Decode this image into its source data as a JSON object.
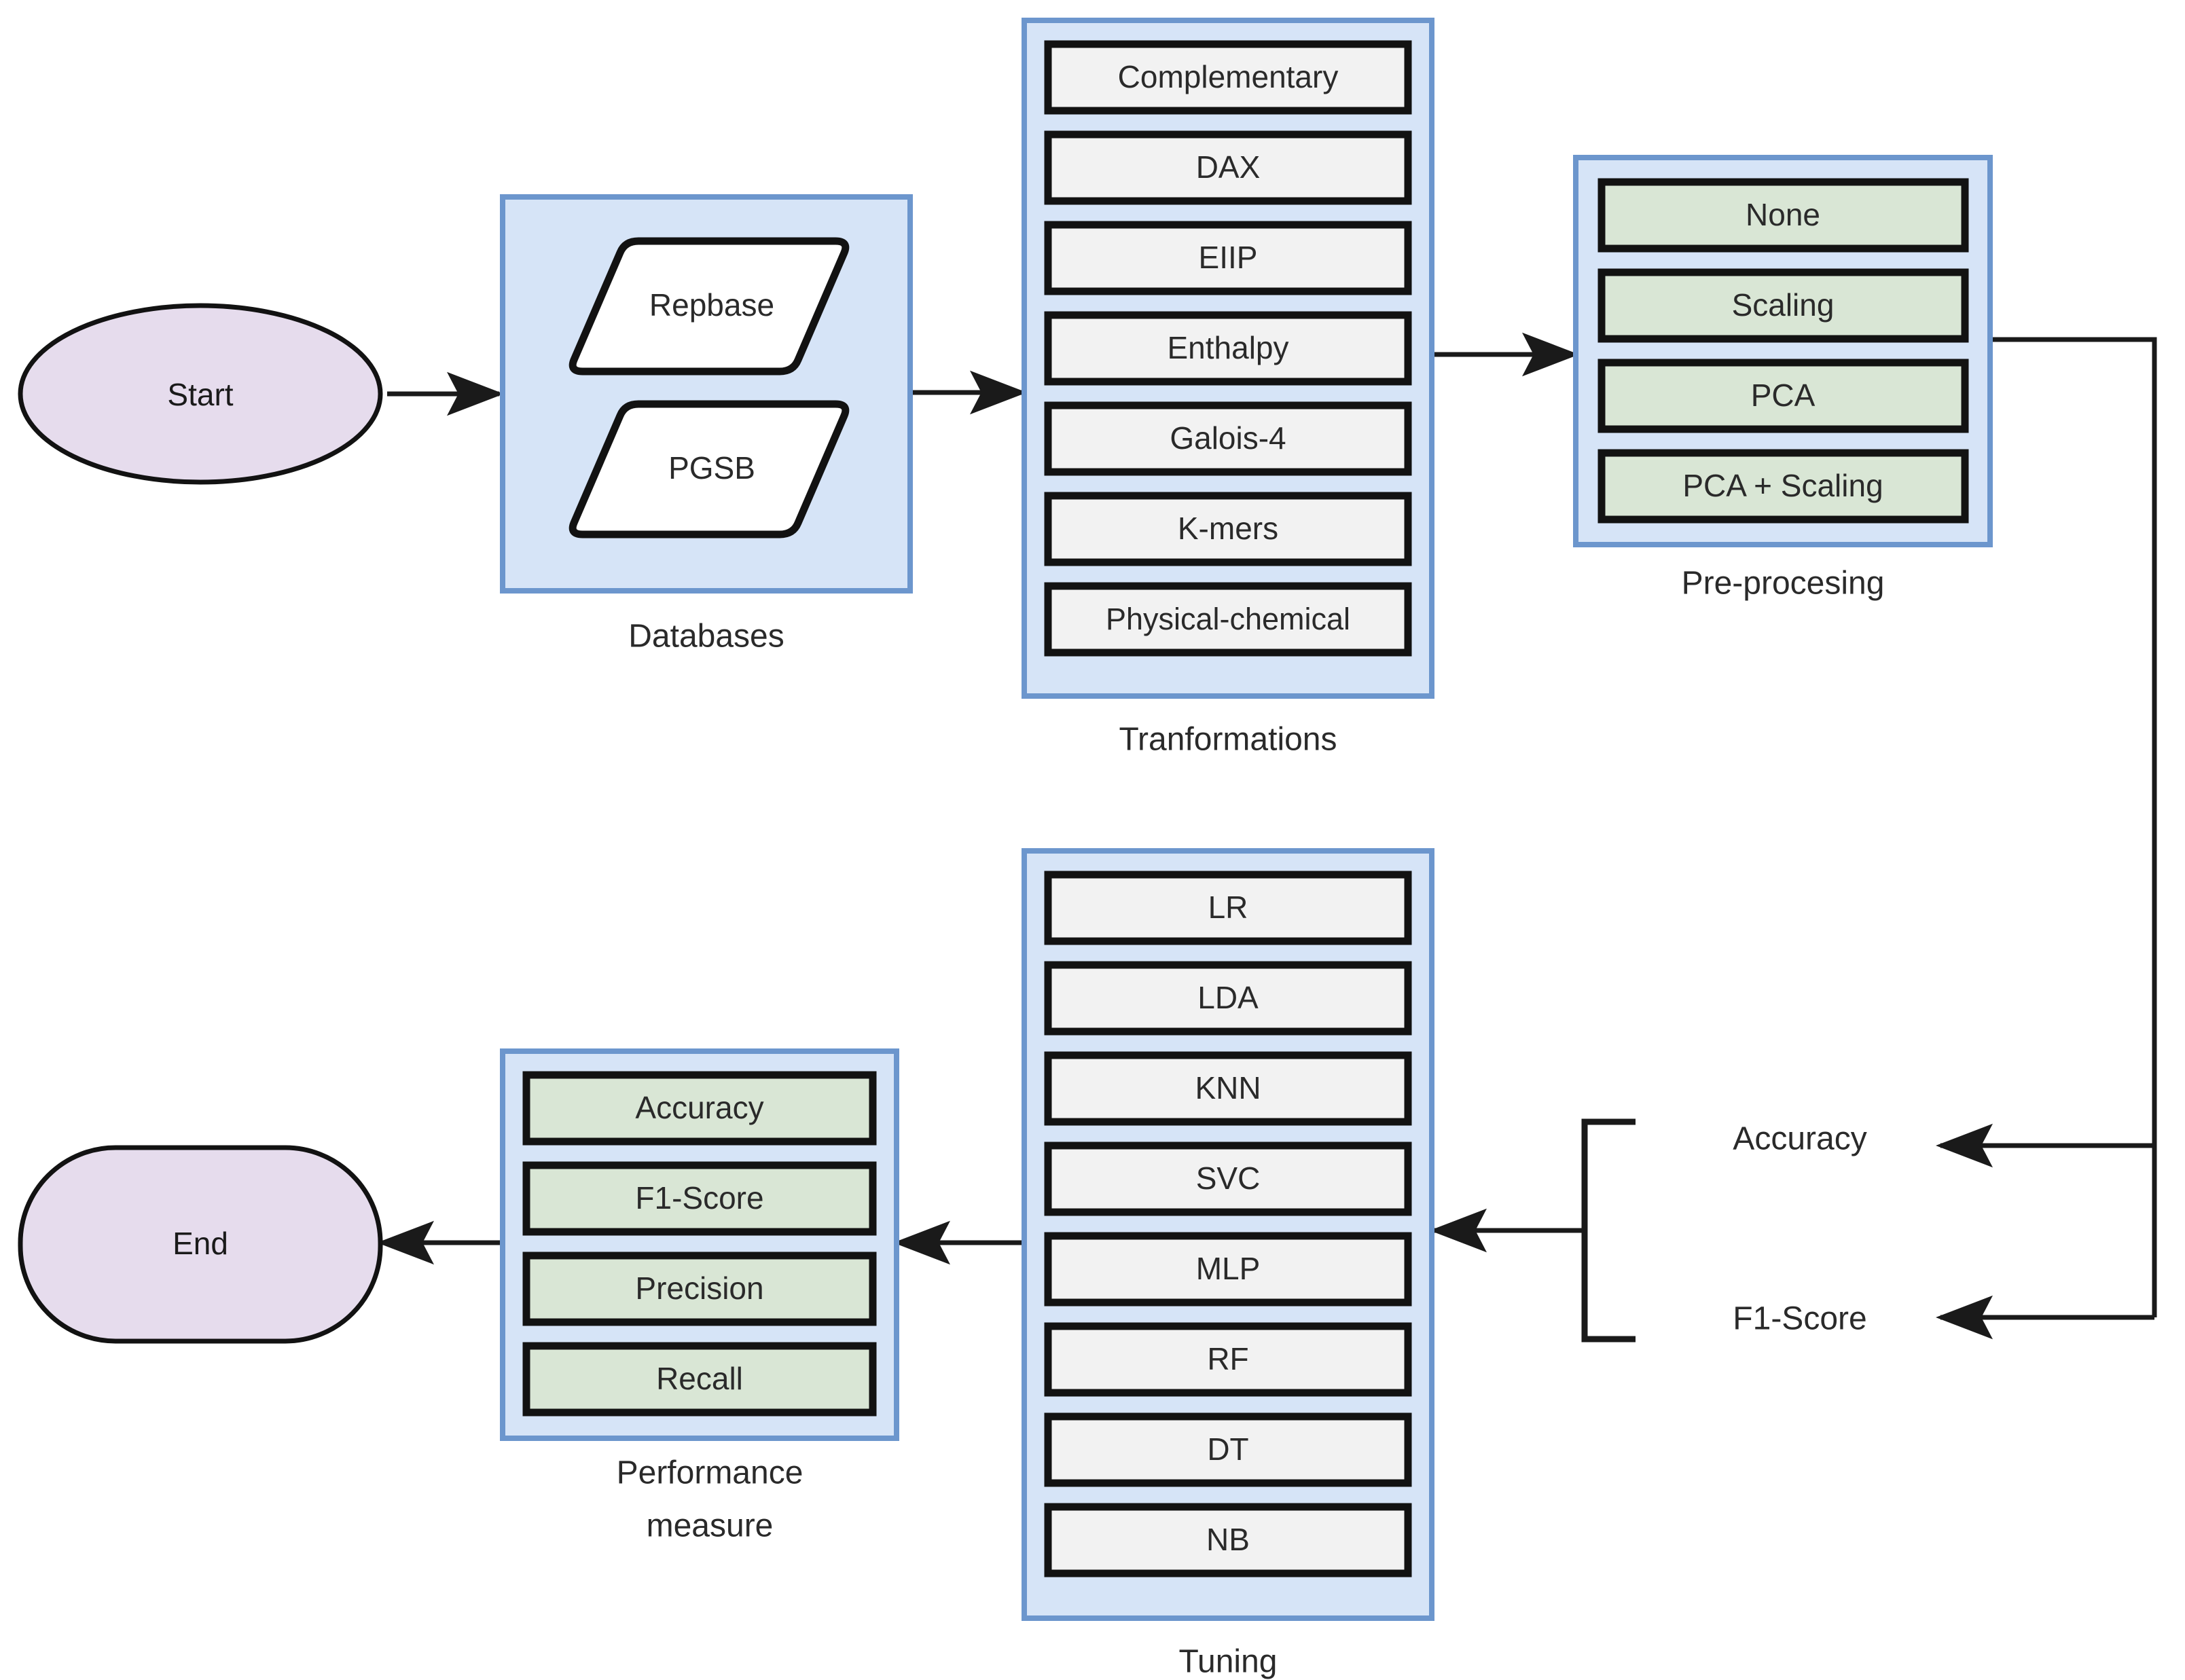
{
  "diagram": {
    "title": "Machine learning pipeline flowchart",
    "colors": {
      "terminator_fill": "#e6dced",
      "group_fill": "#d6e4f7",
      "group_stroke": "#6c96cd",
      "item_gray_fill": "#f2f2f2",
      "item_green_fill": "#d9e6d5",
      "stroke": "#121212"
    },
    "start_node": {
      "label": "Start"
    },
    "end_node": {
      "label": "End"
    },
    "databases": {
      "group_label": "Databases",
      "items": [
        {
          "label": "Repbase"
        },
        {
          "label": "PGSB"
        }
      ]
    },
    "transformations": {
      "group_label": "Tranformations",
      "items": [
        {
          "label": "Complementary"
        },
        {
          "label": "DAX"
        },
        {
          "label": "EIIP"
        },
        {
          "label": "Enthalpy"
        },
        {
          "label": "Galois-4"
        },
        {
          "label": "K-mers"
        },
        {
          "label": "Physical-chemical"
        }
      ]
    },
    "preprocessing": {
      "group_label": "Pre-procesing",
      "items": [
        {
          "label": "None"
        },
        {
          "label": "Scaling"
        },
        {
          "label": "PCA"
        },
        {
          "label": "PCA + Scaling"
        }
      ]
    },
    "tuning": {
      "group_label": "Tuning",
      "items": [
        {
          "label": "LR"
        },
        {
          "label": "LDA"
        },
        {
          "label": "KNN"
        },
        {
          "label": "SVC"
        },
        {
          "label": "MLP"
        },
        {
          "label": "RF"
        },
        {
          "label": "DT"
        },
        {
          "label": "NB"
        }
      ]
    },
    "performance_measure": {
      "group_label_line1": "Performance",
      "group_label_line2": "measure",
      "items": [
        {
          "label": "Accuracy"
        },
        {
          "label": "F1-Score"
        },
        {
          "label": "Precision"
        },
        {
          "label": "Recall"
        }
      ]
    },
    "tuning_criteria": {
      "items": [
        {
          "label": "Accuracy"
        },
        {
          "label": "F1-Score"
        }
      ]
    }
  }
}
